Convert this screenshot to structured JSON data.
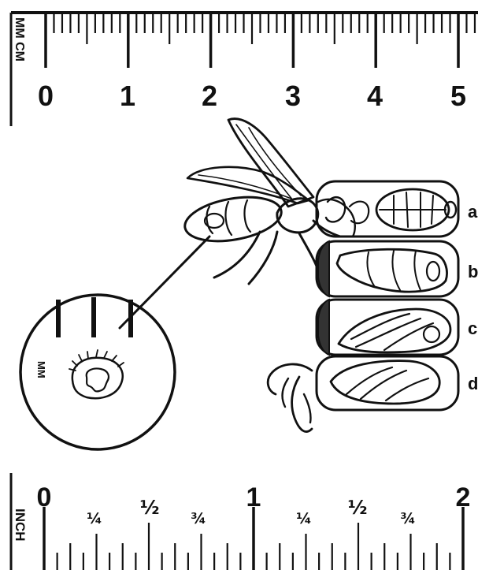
{
  "top_ruler": {
    "unit_label": "MM CM",
    "numbers": [
      "0",
      "1",
      "2",
      "3",
      "4",
      "5"
    ]
  },
  "bottom_ruler": {
    "unit_label": "INCH",
    "numbers": [
      "0",
      "¼",
      "½",
      "¾",
      "1",
      "¼",
      "½",
      "¾",
      "2"
    ]
  },
  "magnifier": {
    "unit_label": "MM"
  },
  "stages": [
    {
      "label": "a"
    },
    {
      "label": "b"
    },
    {
      "label": "c"
    },
    {
      "label": "d"
    }
  ]
}
